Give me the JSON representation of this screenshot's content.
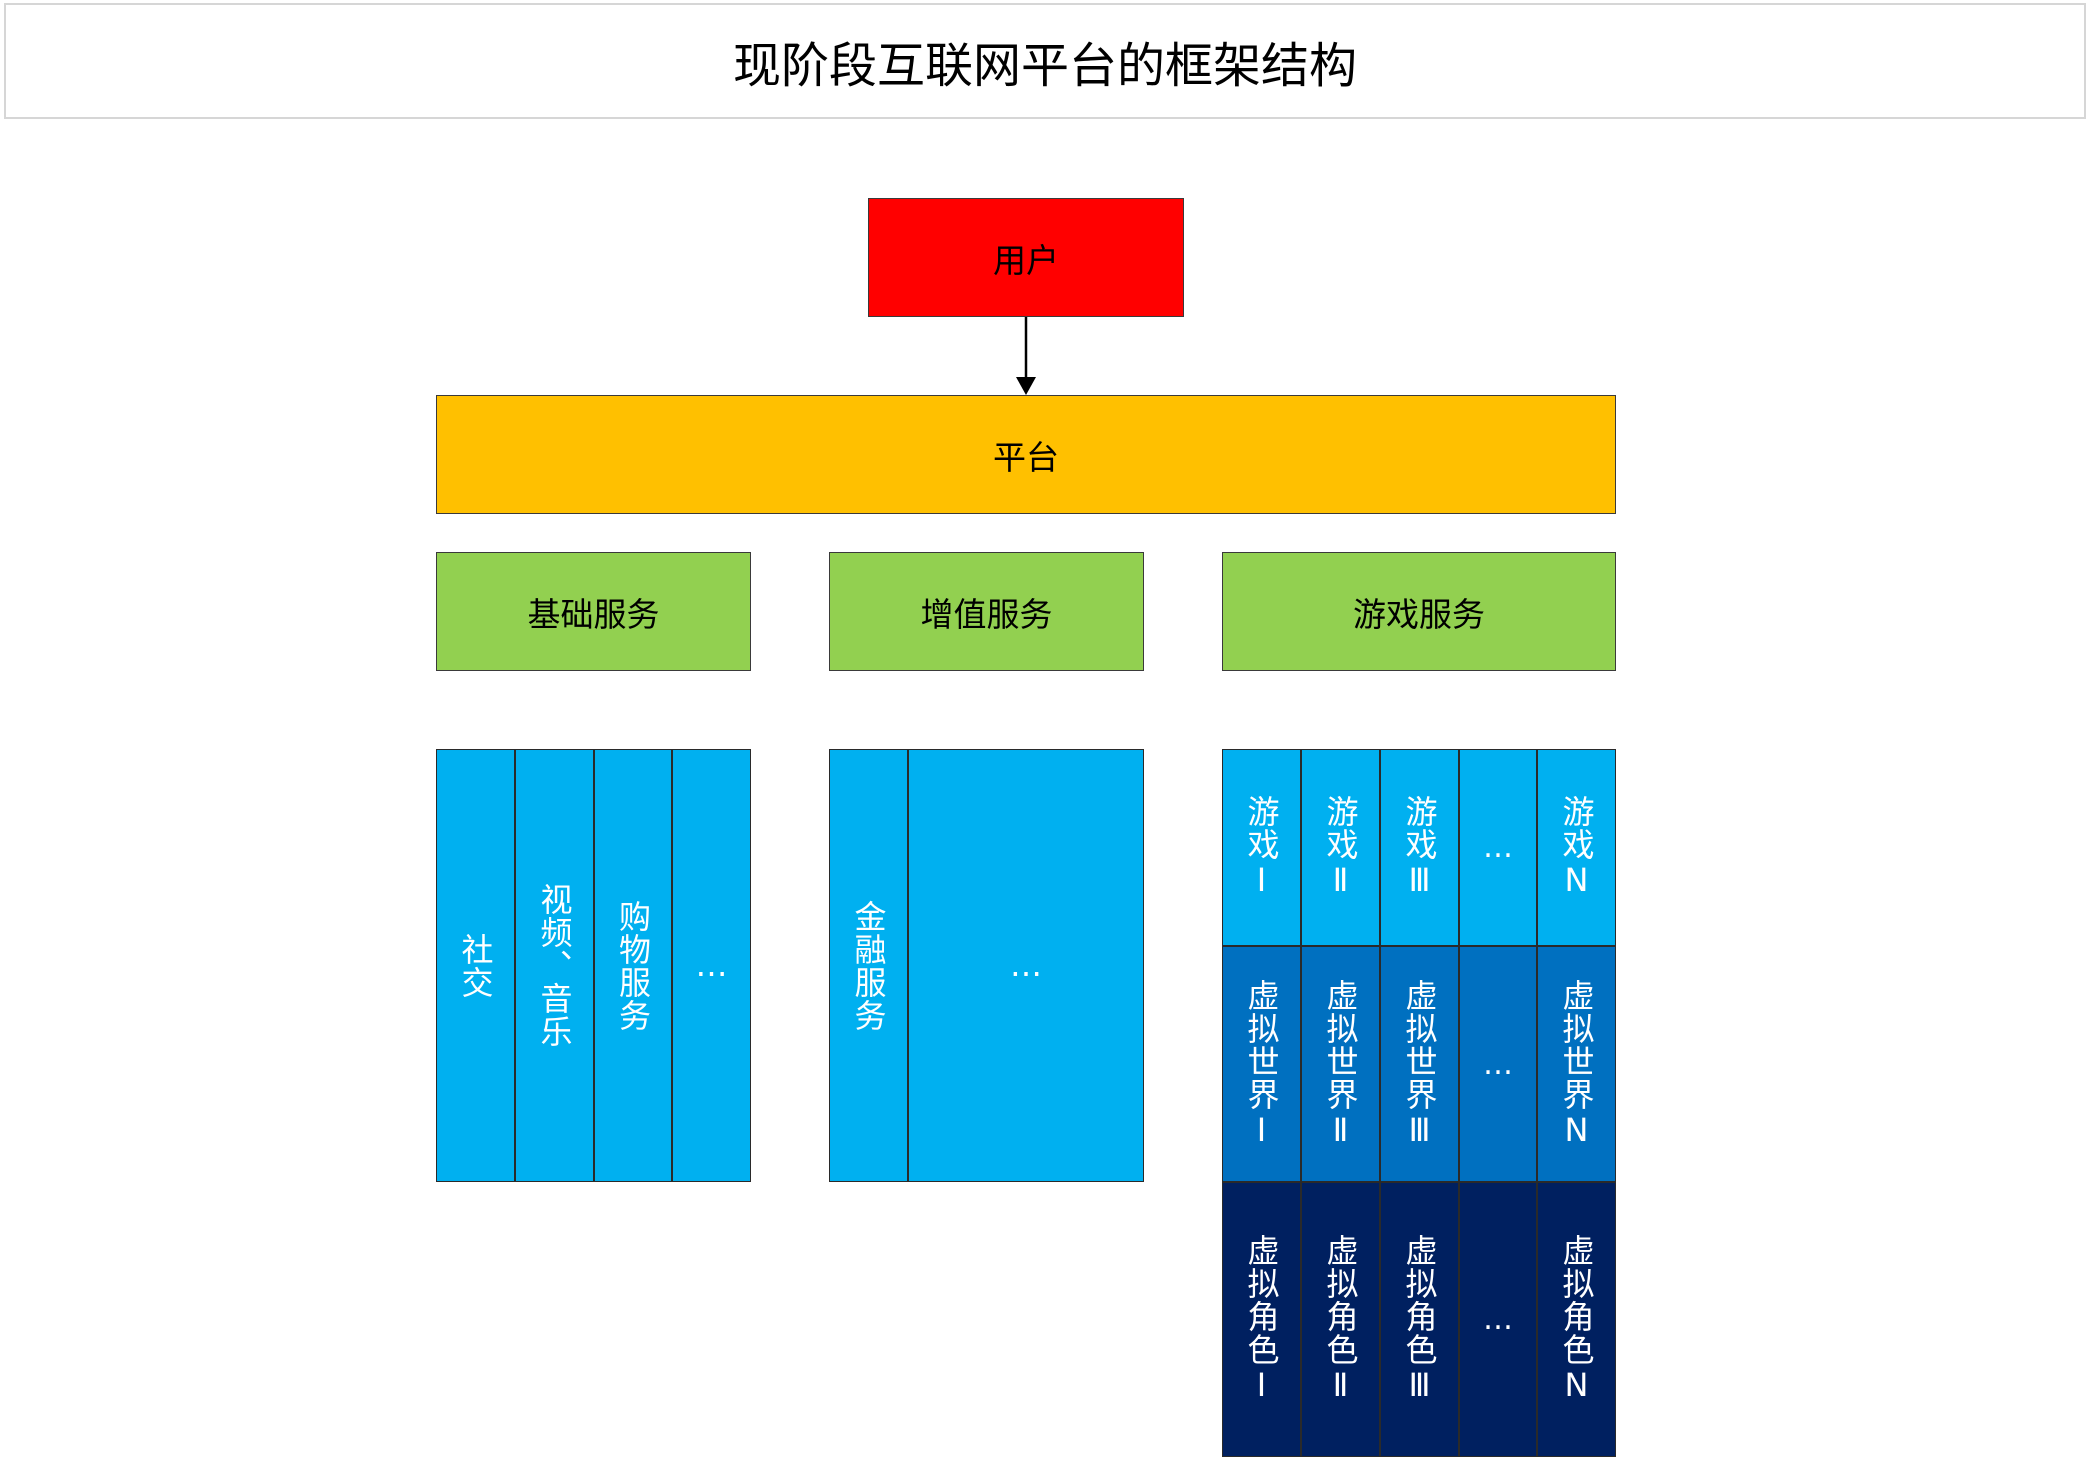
{
  "title": "现阶段互联网平台的框架结构",
  "user": "用户",
  "platform": "平台",
  "services": [
    "基础服务",
    "增值服务",
    "游戏服务"
  ],
  "basic_columns": [
    "社交",
    "视频、音乐",
    "购物服务",
    "…"
  ],
  "value_columns": [
    "金融服务",
    "…"
  ],
  "game_rows": [
    [
      "游戏Ⅰ",
      "游戏Ⅱ",
      "游戏Ⅲ",
      "…",
      "游戏N"
    ],
    [
      "虚拟世界Ⅰ",
      "虚拟世界Ⅱ",
      "虚拟世界Ⅲ",
      "…",
      "虚拟世界N"
    ],
    [
      "虚拟角色Ⅰ",
      "虚拟角色Ⅱ",
      "虚拟角色Ⅲ",
      "…",
      "虚拟角色N"
    ]
  ],
  "colors": {
    "user": "#ff0000",
    "platform": "#ffc000",
    "service": "#92d050",
    "light_blue": "#00b0f0",
    "mid_blue": "#0070c0",
    "dark_blue": "#002060"
  }
}
